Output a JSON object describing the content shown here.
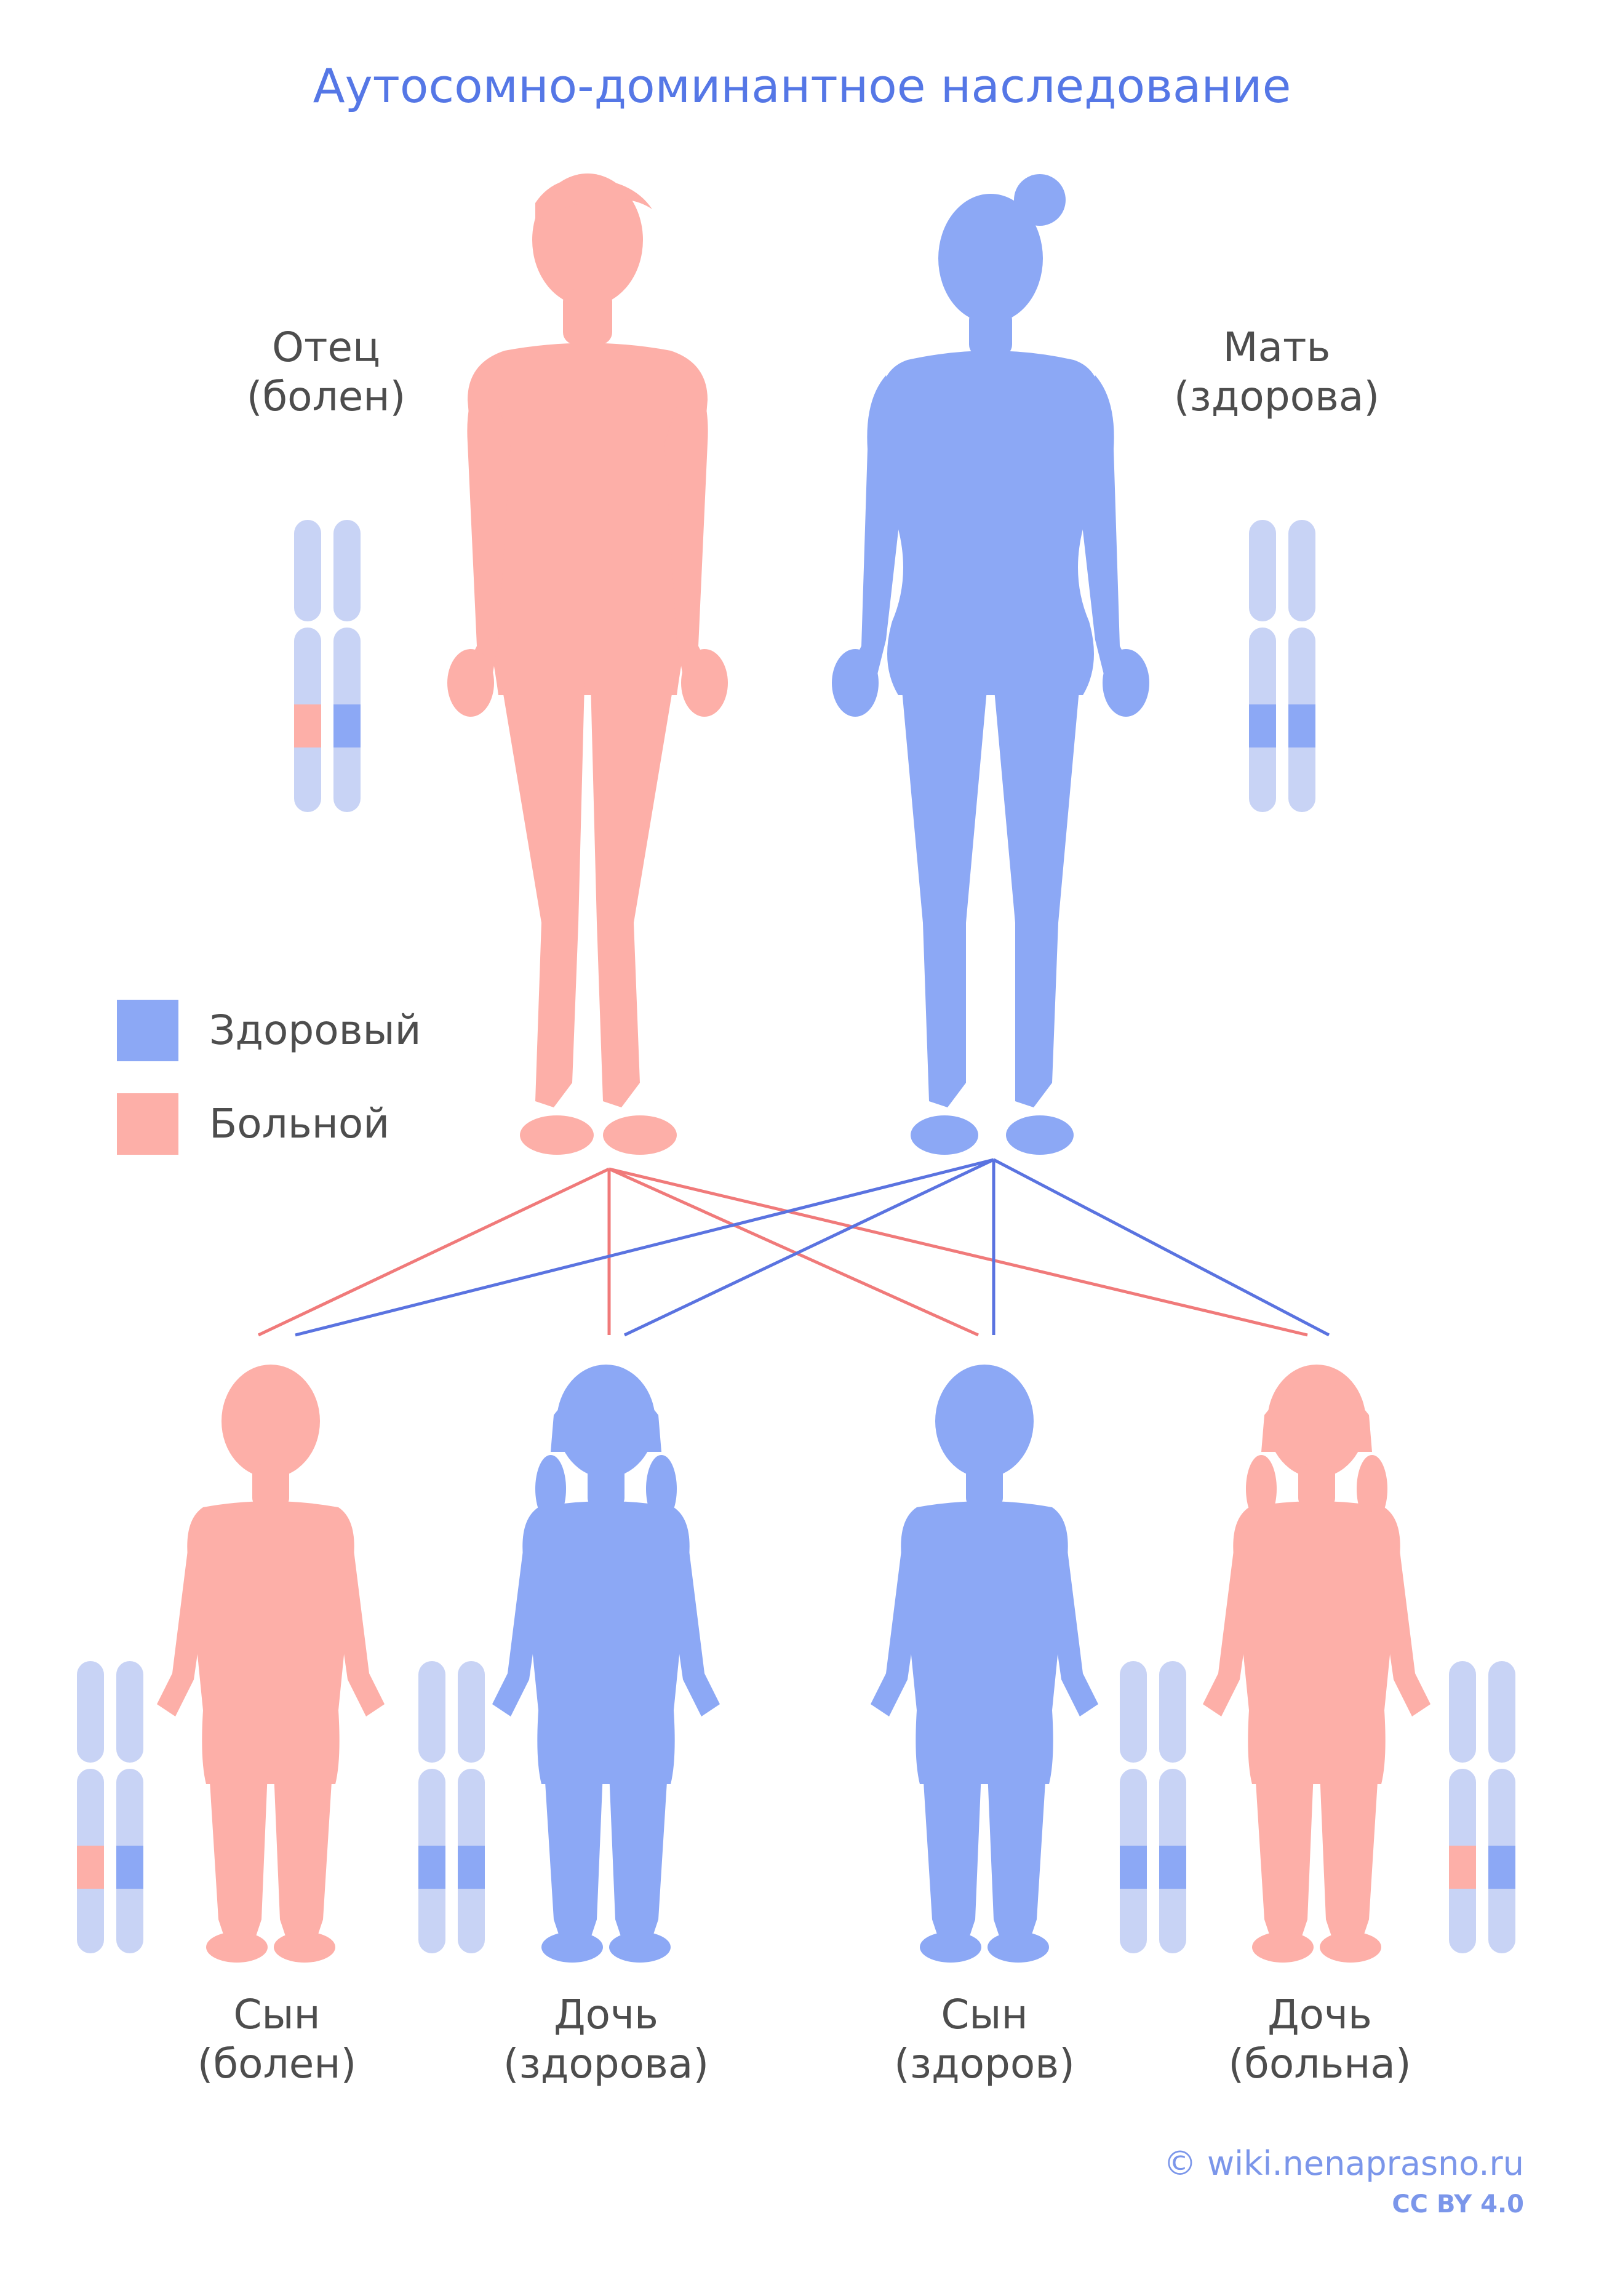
{
  "title": "Аутосомно-доминантное наследование",
  "colors": {
    "healthy": "#8ca8f5",
    "affected": "#fdafa8",
    "chromosome": "#c8d3f5",
    "healthy_allele": "#8ca8f5",
    "affected_allele": "#fdafa8",
    "line_father": "#f07a7a",
    "line_mother": "#5a73e0",
    "title": "#5577e6"
  },
  "parents": {
    "father": {
      "name": "Отец",
      "status": "(болен)",
      "condition": "affected",
      "alleles": [
        "affected",
        "healthy"
      ]
    },
    "mother": {
      "name": "Мать",
      "status": "(здорова)",
      "condition": "healthy",
      "alleles": [
        "healthy",
        "healthy"
      ]
    }
  },
  "legend": {
    "healthy": "Здоровый",
    "affected": "Больной"
  },
  "children": [
    {
      "name": "Сын",
      "status": "(болен)",
      "condition": "affected",
      "alleles": [
        "affected",
        "healthy"
      ]
    },
    {
      "name": "Дочь",
      "status": "(здорова)",
      "condition": "healthy",
      "alleles": [
        "healthy",
        "healthy"
      ]
    },
    {
      "name": "Сын",
      "status": "(здоров)",
      "condition": "healthy",
      "alleles": [
        "healthy",
        "healthy"
      ]
    },
    {
      "name": "Дочь",
      "status": "(больна)",
      "condition": "affected",
      "alleles": [
        "affected",
        "healthy"
      ]
    }
  ],
  "credit": {
    "site": "© wiki.nenaprasno.ru",
    "license": "CC BY 4.0"
  }
}
